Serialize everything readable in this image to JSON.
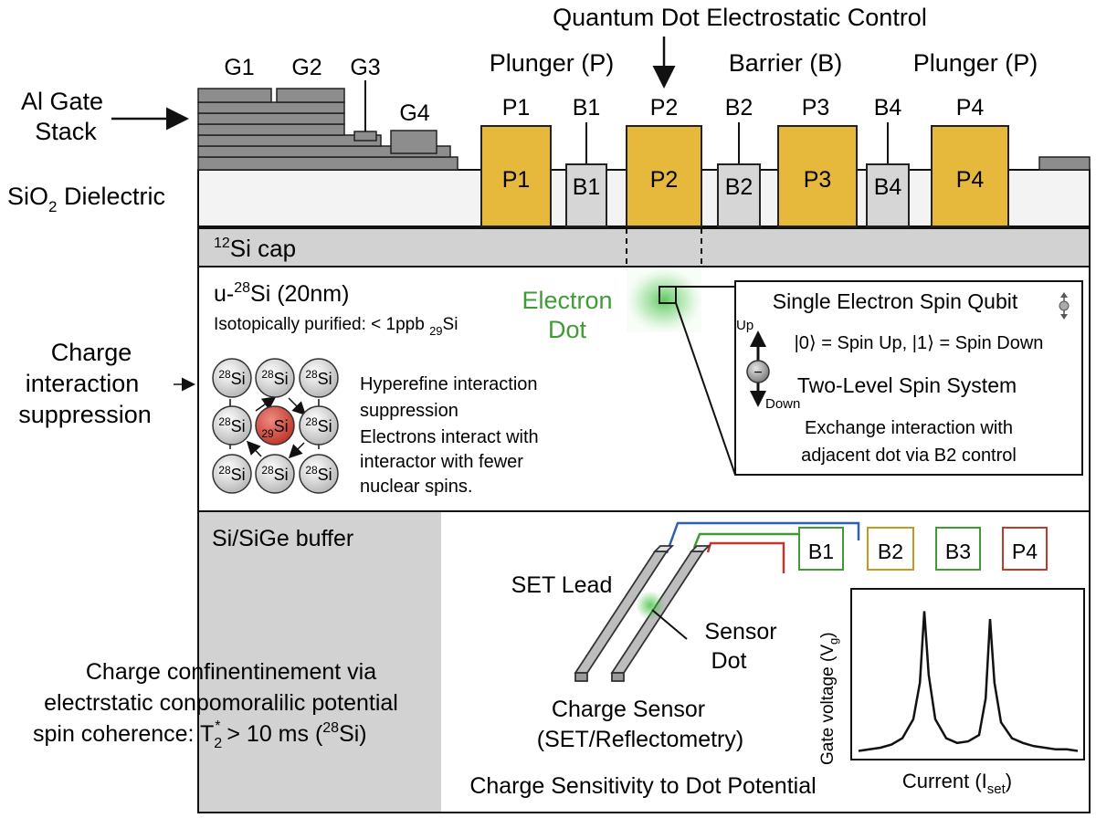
{
  "header": {
    "title": "Quantum Dot Electrostatic Control"
  },
  "gate_groups": {
    "plunger_left": "Plunger (P)",
    "barrier": "Barrier (B)",
    "plunger_right": "Plunger (P)"
  },
  "gate_stack": {
    "labels": [
      "G1",
      "G2",
      "G3",
      "G4"
    ],
    "stack_label_1": "Al Gate",
    "stack_label_2": "Stack",
    "dielectric_main": "SiO",
    "dielectric_sub": "2",
    "dielectric_rest": " Dielectric"
  },
  "gates": {
    "top_labels": [
      "P1",
      "B1",
      "P2",
      "B2",
      "P3",
      "B4",
      "P4"
    ],
    "body_labels": [
      "P1",
      "B1",
      "P2",
      "B2",
      "P3",
      "B4",
      "P4"
    ]
  },
  "si_cap": {
    "sup": "12",
    "label": "Si cap"
  },
  "purified": {
    "title_pre": "u-",
    "title_sup": "28",
    "title_post": "Si (20nm)",
    "subtitle_pre": "Isotopically purified: < 1ppb ",
    "subtitle_sub": "29",
    "subtitle_post": "Si",
    "atom_sup_28": "28",
    "atom_sup_29": "29",
    "atom_sym": "Si",
    "desc": [
      "Hyperefine interaction",
      "suppression",
      "Electrons interact with",
      "interactor with fewer",
      "nuclear spins."
    ]
  },
  "side": {
    "charge": [
      "Charge",
      "interaction",
      "suppression"
    ]
  },
  "electron_dot": [
    "Electron",
    "Dot"
  ],
  "qubit": {
    "title": "Single Electron Spin Qubit",
    "up": "Up",
    "down": "Down",
    "minus": "−",
    "states": "|0⟩ = Spin Up, |1⟩ = Spin Down",
    "system": "Two-Level Spin System",
    "exchange_1": "Exchange interaction with",
    "exchange_2": "adjacent dot via B2 control"
  },
  "buffer": {
    "title": "Si/SiGe buffer",
    "confine_1": "Charge confinentinement via",
    "confine_2": "electrstatic conpomoralilic potential",
    "coherence_pre": "spin coherence:  T",
    "coherence_sub": "2",
    "coherence_sup": "*",
    "coherence_mid": " > 10 ms (",
    "coherence_sup2": "28",
    "coherence_post": "Si)"
  },
  "sensor": {
    "set_lead": "SET Lead",
    "sensor_dot": [
      "Sensor",
      "Dot"
    ],
    "caption": [
      "Charge Sensor",
      "(SET/Reflectometry)"
    ],
    "footer": "Charge Sensitivity to Dot Potential",
    "lead_boxes": [
      "B1",
      "B2",
      "B3",
      "P4"
    ]
  },
  "colors": {
    "gold": "#e6b93c",
    "barrier_gray": "#d6d6d6",
    "al_gray": "#8d8d8d",
    "green": "#3f9b35",
    "blue": "#2f5fb0",
    "orange": "#c8981c",
    "red": "#c0392b"
  },
  "chart_data": {
    "type": "line",
    "title": "",
    "xlabel": "Current (I_set)",
    "ylabel": "Gate voltage (V_g)",
    "x": [
      0,
      0.05,
      0.1,
      0.15,
      0.2,
      0.25,
      0.28,
      0.3,
      0.32,
      0.35,
      0.4,
      0.45,
      0.5,
      0.55,
      0.58,
      0.6,
      0.62,
      0.65,
      0.7,
      0.75,
      0.8,
      0.85,
      0.9,
      0.95,
      1.0
    ],
    "series": [
      {
        "values": [
          0.02,
          0.03,
          0.04,
          0.06,
          0.1,
          0.22,
          0.45,
          0.9,
          0.5,
          0.22,
          0.1,
          0.07,
          0.08,
          0.12,
          0.35,
          0.85,
          0.45,
          0.2,
          0.1,
          0.07,
          0.05,
          0.04,
          0.03,
          0.03,
          0.02
        ]
      }
    ],
    "ylim": [
      0,
      1
    ],
    "grid": false,
    "legend": "none"
  }
}
